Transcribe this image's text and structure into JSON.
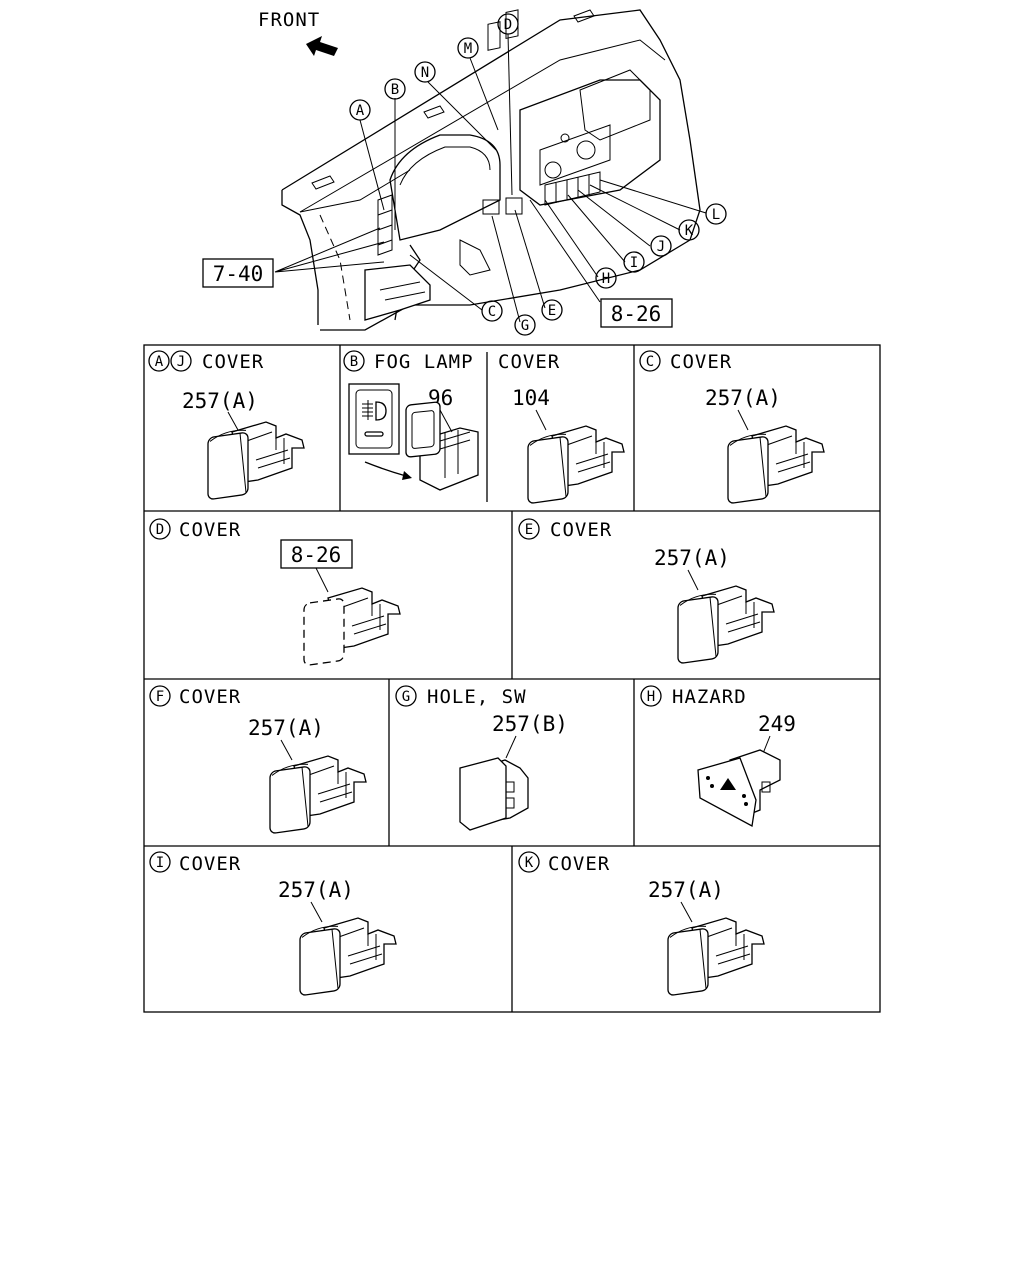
{
  "overview": {
    "front_label": "FRONT",
    "callouts": [
      "A",
      "B",
      "N",
      "M",
      "D",
      "L",
      "K",
      "J",
      "I",
      "H",
      "E",
      "G",
      "C"
    ],
    "ref_boxes": [
      "7-40",
      "8-26"
    ]
  },
  "panels": {
    "aj": {
      "letters": [
        "A",
        "J"
      ],
      "title": "COVER",
      "part": "257(A)"
    },
    "b": {
      "letters": [
        "B"
      ],
      "title": "FOG  LAMP",
      "part": "96",
      "title2": "COVER",
      "part2": "104"
    },
    "c": {
      "letters": [
        "C"
      ],
      "title": "COVER",
      "part": "257(A)"
    },
    "d": {
      "letters": [
        "D"
      ],
      "title": "COVER",
      "part": "8-26"
    },
    "e": {
      "letters": [
        "E"
      ],
      "title": "COVER",
      "part": "257(A)"
    },
    "f": {
      "letters": [
        "F"
      ],
      "title": "COVER",
      "part": "257(A)"
    },
    "g": {
      "letters": [
        "G"
      ],
      "title": "HOLE, SW",
      "part": "257(B)"
    },
    "h": {
      "letters": [
        "H"
      ],
      "title": "HAZARD",
      "part": "249"
    },
    "i": {
      "letters": [
        "I"
      ],
      "title": "COVER",
      "part": "257(A)"
    },
    "k": {
      "letters": [
        "K"
      ],
      "title": "COVER",
      "part": "257(A)"
    }
  }
}
